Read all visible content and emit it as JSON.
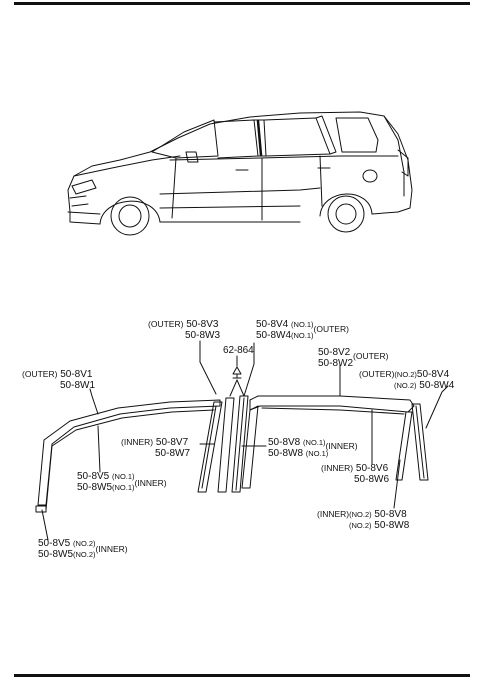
{
  "callouts": {
    "outer_8v3": {
      "qualifier": "(OUTER)",
      "part1": "50-8V3",
      "part2": "50-8W3"
    },
    "outer_8v4_no1": {
      "part1": "50-8V4",
      "note1": "(NO.1)",
      "part2": "50-8W4",
      "note2": "(NO.1)",
      "qualifier": "(OUTER)"
    },
    "clip": {
      "part": "62-864"
    },
    "outer_8v2": {
      "part1": "50-8V2",
      "qualifier": "(OUTER)",
      "part2": "50-8W2"
    },
    "outer_8v4_no2": {
      "qualifier": "(OUTER)",
      "note1": "(NO.2)",
      "part1": "50-8V4",
      "note2": "(NO.2)",
      "part2": "50-8W4"
    },
    "outer_8v1": {
      "qualifier": "(OUTER)",
      "part1": "50-8V1",
      "part2": "50-8W1"
    },
    "inner_8v7": {
      "qualifier": "(INNER)",
      "part1": "50-8V7",
      "part2": "50-8W7"
    },
    "inner_8v8_no1": {
      "part1": "50-8V8",
      "note1": "(NO.1)",
      "qualifier": "(INNER)",
      "part2": "50-8W8",
      "note2": "(NO.1)"
    },
    "inner_8v5_no1": {
      "part1": "50-8V5",
      "note1": "(NO.1)",
      "part2": "50-8W5",
      "note2": "(NO.1)",
      "qualifier": "(INNER)"
    },
    "inner_8v6": {
      "qualifier": "(INNER)",
      "part1": "50-8V6",
      "part2": "50-8W6"
    },
    "inner_8v8_no2": {
      "qualifier": "(INNER)",
      "note1": "(NO.2)",
      "part1": "50-8V8",
      "note2": "(NO.2)",
      "part2": "50-8W8"
    },
    "inner_8v5_no2": {
      "part1": "50-8V5",
      "note1": "(NO.2)",
      "part2": "50-8W5",
      "note2": "(NO.2)",
      "qualifier": "(INNER)"
    }
  }
}
